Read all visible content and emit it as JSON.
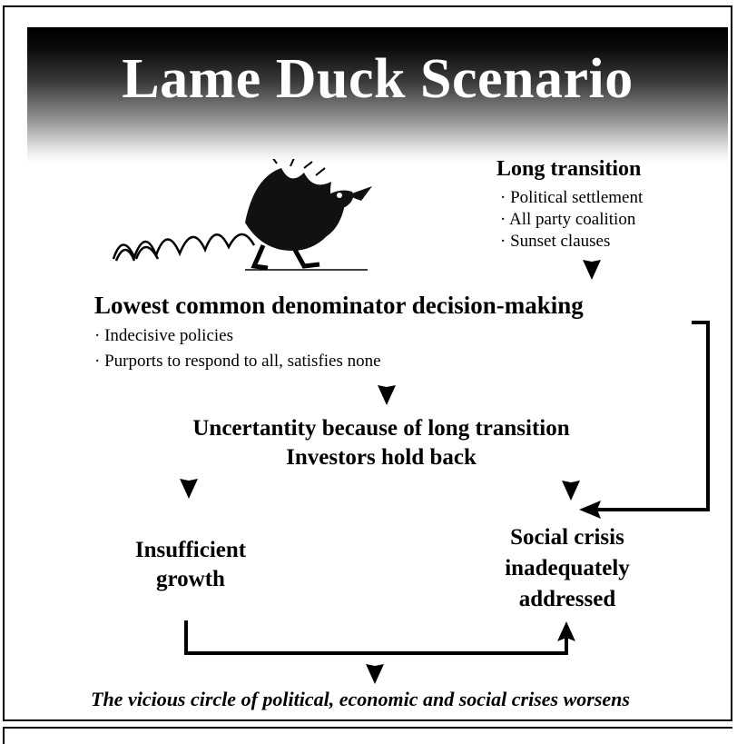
{
  "title": "Lame Duck Scenario",
  "long_transition": {
    "heading": "Long transition",
    "items": [
      "· Political settlement",
      "· All party coalition",
      "· Sunset clauses"
    ]
  },
  "lowest_common": {
    "heading": "Lowest common denominator decision-making",
    "items": [
      "· Indecisive policies",
      "· Purports to respond to all, satisfies none"
    ]
  },
  "uncertainty": {
    "line1": "Uncertantity because of long transition",
    "line2": "Investors hold back"
  },
  "insufficient": {
    "line1": "Insufficient",
    "line2": "growth"
  },
  "social": {
    "line1": "Social crisis",
    "line2": "inadequately",
    "line3": "addressed"
  },
  "conclusion": "The vicious circle of political, economic and social crises worsens",
  "illustration": {
    "icon": "running-duck-illustration"
  }
}
